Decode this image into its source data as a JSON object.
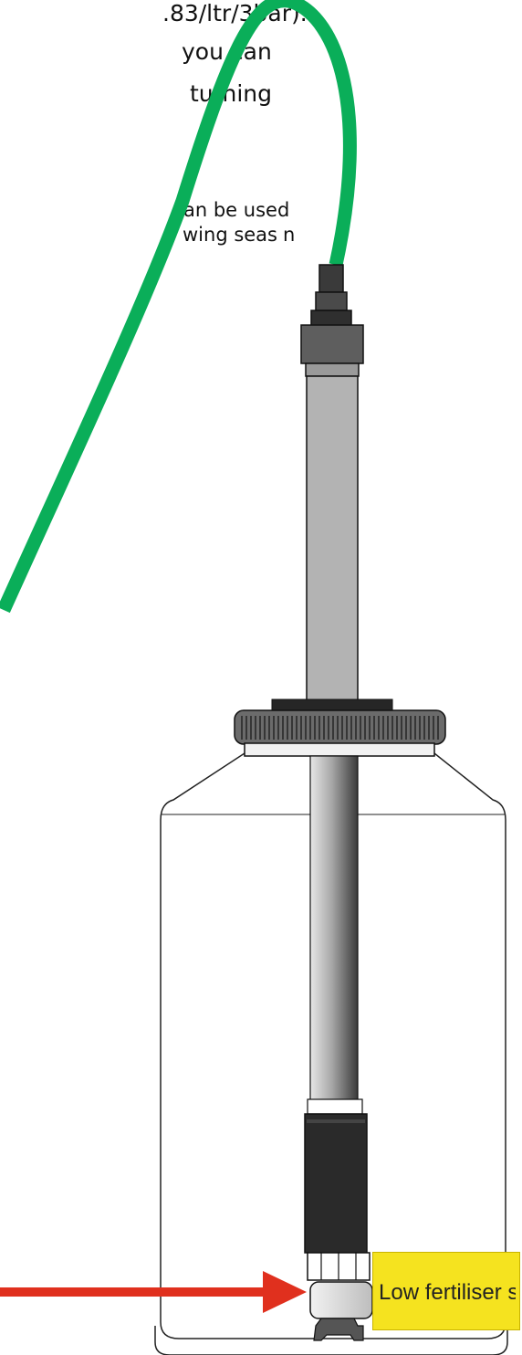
{
  "text_fragments": {
    "line1": ".83/ltr/3bar).",
    "line2": "you can",
    "line3": "turning",
    "line4": "an be used",
    "line5": "wing seas",
    "line5_tail": "n"
  },
  "callout": {
    "label": "Low fertiliser switch",
    "box_color": "#f5e31f",
    "arrow_color": "#e0301e"
  },
  "colors": {
    "hose": "#0aae59",
    "tube": "#b3b3b3",
    "cap": "#666666",
    "sensor_dark": "#2a2a2a",
    "bottle_outline": "#222222"
  }
}
